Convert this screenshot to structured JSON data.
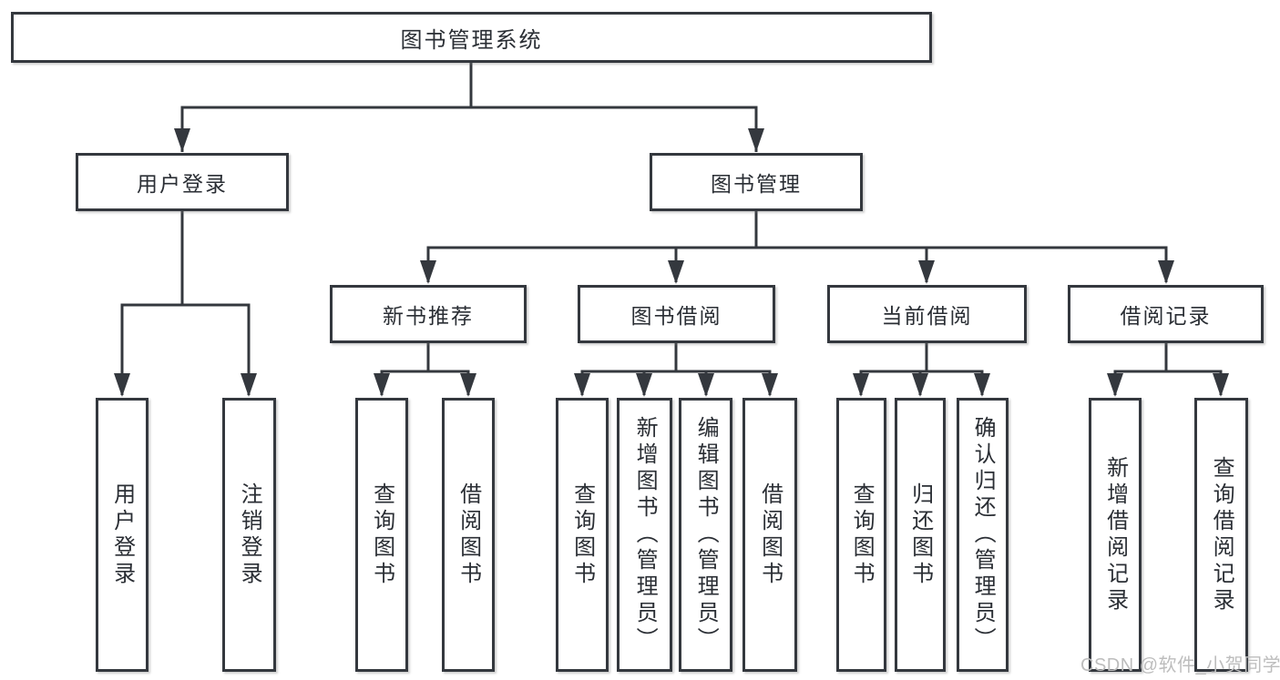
{
  "diagram": {
    "root": {
      "label": "图书管理系统"
    },
    "branches": [
      {
        "label": "用户登录",
        "children": [
          {
            "label": "用户登录"
          },
          {
            "label": "注销登录"
          }
        ]
      },
      {
        "label": "图书管理",
        "children": [
          {
            "label": "新书推荐",
            "children": [
              {
                "label": "查询图书"
              },
              {
                "label": "借阅图书"
              }
            ]
          },
          {
            "label": "图书借阅",
            "children": [
              {
                "label": "查询图书"
              },
              {
                "label": "新增图书（管理员）"
              },
              {
                "label": "编辑图书（管理员）"
              },
              {
                "label": "借阅图书"
              }
            ]
          },
          {
            "label": "当前借阅",
            "children": [
              {
                "label": "查询图书"
              },
              {
                "label": "归还图书"
              },
              {
                "label": "确认归还（管理员）"
              }
            ]
          },
          {
            "label": "借阅记录",
            "children": [
              {
                "label": "新增借阅记录"
              },
              {
                "label": "查询借阅记录"
              }
            ]
          }
        ]
      }
    ]
  },
  "watermark": {
    "text": "CSDN @软件_小贺同学"
  },
  "colors": {
    "line": "#34383e",
    "text": "#2a2e34",
    "watermark": "#bdbdbd",
    "background": "#ffffff"
  }
}
